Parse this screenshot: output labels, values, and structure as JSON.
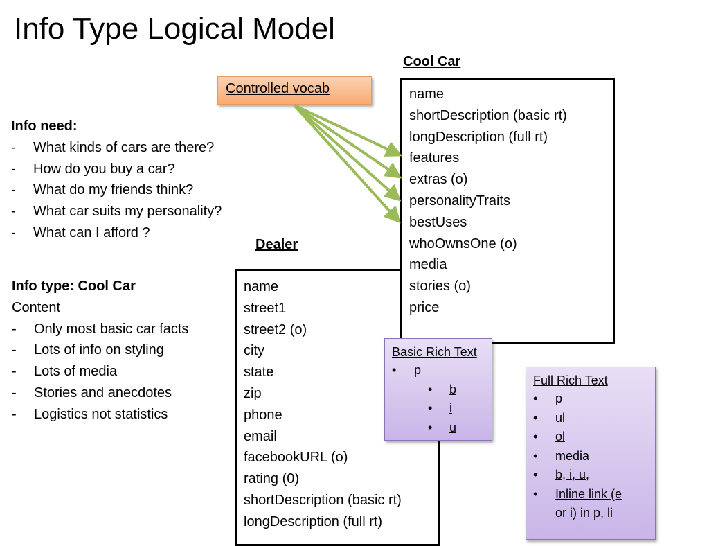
{
  "title": "Info Type Logical Model",
  "info_need": {
    "heading": "Info need:",
    "items": [
      "What kinds of cars are there?",
      "How do you buy a car?",
      "What do my friends think?",
      "What car suits my personality?",
      "What can I afford ?"
    ]
  },
  "info_type": {
    "heading": "Info type: Cool Car",
    "subheading": "Content",
    "items": [
      "Only most basic car facts",
      "Lots of info on styling",
      "Lots of media",
      "Stories and anecdotes",
      "Logistics not statistics"
    ]
  },
  "controlled_vocab": {
    "label": "Controlled vocab"
  },
  "cool_car": {
    "heading": "Cool Car",
    "fields": [
      "name",
      "shortDescription (basic rt)",
      "longDescription (full rt)",
      "features",
      "extras (o)",
      "personalityTraits",
      "bestUses",
      "whoOwnsOne (o)",
      "media",
      "stories (o)",
      "price"
    ]
  },
  "dealer": {
    "heading": "Dealer",
    "fields": [
      "name",
      "street1",
      "street2 (o)",
      "city",
      "state",
      "zip",
      "phone",
      "email",
      "facebookURL (o)",
      "rating (0)",
      "shortDescription (basic rt)",
      "longDescription (full rt)"
    ]
  },
  "basic_rich_text": {
    "title": "Basic Rich Text",
    "top_item": "p",
    "sub_items": [
      "b",
      "i",
      "u"
    ]
  },
  "full_rich_text": {
    "title": "Full Rich Text",
    "items": [
      "p",
      "ul",
      "ol",
      "media",
      "b, i, u,",
      "Inline  link (e",
      "or i) in p, li"
    ]
  },
  "colors": {
    "arrow": "#9bbb59",
    "vocab_fill": "#f9ab72",
    "rich_text_fill": "#c9b5e8"
  }
}
